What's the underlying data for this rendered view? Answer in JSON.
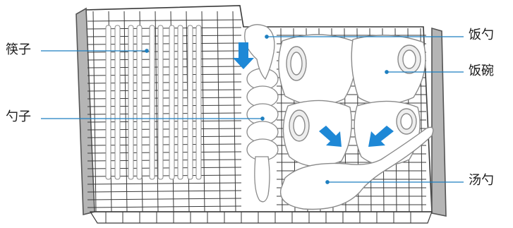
{
  "labels": {
    "chopsticks": "筷子",
    "spoon": "勺子",
    "rice_spoon": "饭勺",
    "rice_bowl": "饭碗",
    "soup_spoon": "汤勺"
  },
  "colors": {
    "rack_line": "#3a3a3a",
    "rack_rail": "#9a9a9a",
    "tableware_fill": "#ffffff",
    "tableware_stroke": "#8a8a8a",
    "leader_line": "#1e7fc0",
    "arrow": "#1e88d6"
  },
  "icons": {
    "insert_arrows": "arrow-down-right-icon"
  }
}
